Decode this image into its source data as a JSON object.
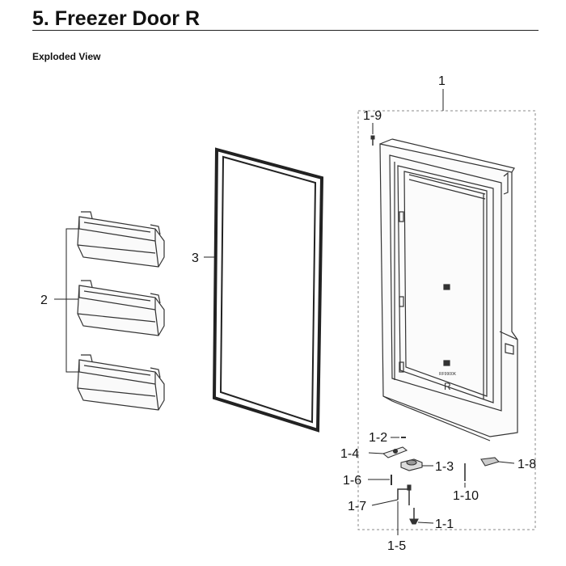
{
  "header": {
    "title": "5.  Freezer Door R",
    "subtitle": "Exploded View"
  },
  "callouts": {
    "c1": "1",
    "c1_9": "1-9",
    "c2": "2",
    "c3": "3",
    "c1_2": "1-2",
    "c1_4": "1-4",
    "c1_3": "1-3",
    "c1_8": "1-8",
    "c1_6": "1-6",
    "c1_10": "1-10",
    "c1_7": "1-7",
    "c1_1": "1-1",
    "c1_5": "1-5"
  },
  "door_marking": {
    "model_text": "RF9900K",
    "side_letter": "R"
  }
}
